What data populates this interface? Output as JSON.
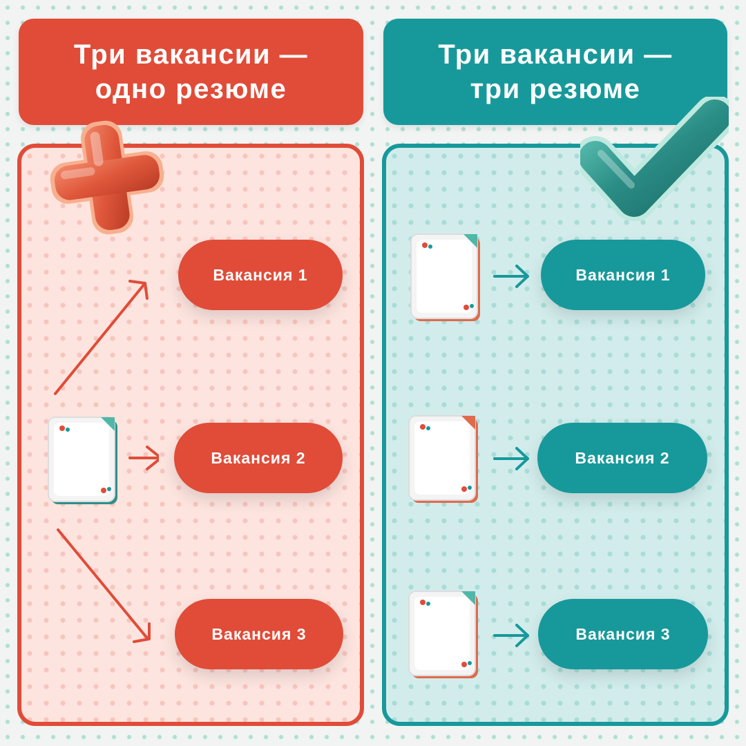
{
  "left": {
    "title": "Три вакансии —\nодно резюме",
    "icon": "cross-icon",
    "accent": "#e04c38",
    "vacancies": [
      "Вакансия 1",
      "Вакансия 2",
      "Вакансия 3"
    ]
  },
  "right": {
    "title": "Три вакансии —\nтри резюме",
    "icon": "check-icon",
    "accent": "#17999b",
    "vacancies": [
      "Вакансия 1",
      "Вакансия 2",
      "Вакансия 3"
    ]
  }
}
